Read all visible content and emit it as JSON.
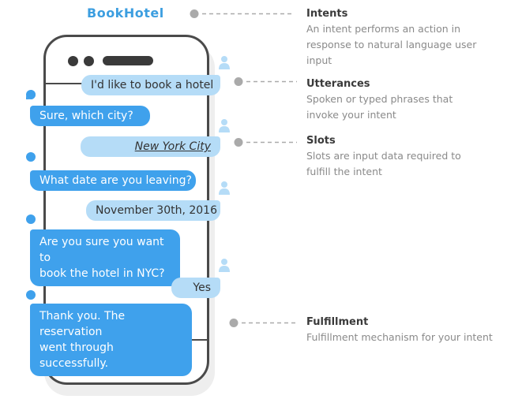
{
  "app_title": "BookHotel",
  "conversation": [
    {
      "role": "user",
      "text": "I'd like to book a hotel"
    },
    {
      "role": "bot",
      "text": "Sure, which city?"
    },
    {
      "role": "user",
      "text": "New York City"
    },
    {
      "role": "bot",
      "text": "What date are you leaving?"
    },
    {
      "role": "user",
      "text": "November 30th, 2016"
    },
    {
      "role": "bot",
      "line1": "Are you sure you want to",
      "line2": "book the hotel in NYC?"
    },
    {
      "role": "user",
      "text": "Yes"
    },
    {
      "role": "bot",
      "line1": "Thank you. The reservation",
      "line2": "went through successfully."
    }
  ],
  "annotations": [
    {
      "title": "Intents",
      "desc_lines": [
        "An intent performs an action in",
        "response to natural language user",
        "input"
      ]
    },
    {
      "title": "Utterances",
      "desc_lines": [
        "Spoken or typed phrases that",
        "invoke your intent"
      ]
    },
    {
      "title": "Slots",
      "desc_lines": [
        "Slots are input data required to",
        "fulfill the intent"
      ]
    },
    {
      "title": "Fulfillment",
      "desc_lines": [
        "Fulfillment mechanism for your intent"
      ]
    }
  ],
  "colors": {
    "accent": "#3c9ee0",
    "bot_bubble": "#3fa1ec",
    "user_bubble": "#b5dcf7",
    "connector": "#aaaaaa",
    "phone_outline": "#4a4a4a"
  },
  "icons": {
    "user": "person-icon",
    "bot": "chat-bubble-icon"
  }
}
